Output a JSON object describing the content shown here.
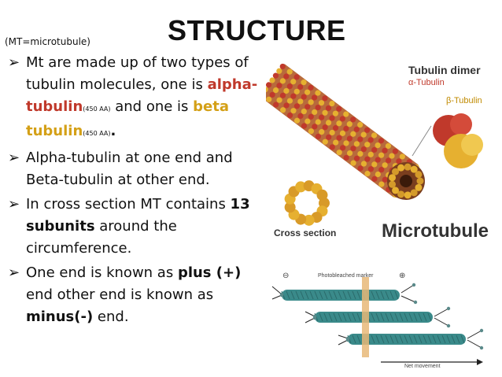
{
  "slide": {
    "title": "STRUCTURE",
    "abbreviation_note": "(MT=microtubule)"
  },
  "bullets": [
    {
      "arrow": "➢",
      "parts": [
        {
          "text": "Mt are made up of two types of tubulin molecules, one is ",
          "style": "normal"
        },
        {
          "text": "alpha-tubulin",
          "style": "alpha"
        },
        {
          "text": "(450 AA)",
          "style": "sub"
        },
        {
          "text": " and one is ",
          "style": "normal"
        },
        {
          "text": "beta tubulin",
          "style": "beta"
        },
        {
          "text": "(450 AA)",
          "style": "sub"
        },
        {
          "text": ".",
          "style": "bold"
        }
      ]
    },
    {
      "arrow": "➢",
      "parts": [
        {
          "text": "Alpha-tubulin at one end and Beta-tubulin at other end.",
          "style": "normal"
        }
      ]
    },
    {
      "arrow": "➢",
      "parts": [
        {
          "text": "In cross section MT contains ",
          "style": "normal"
        },
        {
          "text": "13 subunits",
          "style": "bold"
        },
        {
          "text": " around the circumference.",
          "style": "normal"
        }
      ]
    },
    {
      "arrow": "➢",
      "parts": [
        {
          "text": "One end is known as ",
          "style": "normal"
        },
        {
          "text": "plus (+)",
          "style": "bold"
        },
        {
          "text": " end other end is known as ",
          "style": "normal"
        },
        {
          "text": "minus(-)",
          "style": "bold"
        },
        {
          "text": " end.",
          "style": "normal"
        }
      ]
    }
  ],
  "figure_microtubule": {
    "tubulin_dimer_label": "Tubulin dimer",
    "alpha_label": "α-Tubulin",
    "beta_label": "β-Tubulin",
    "cross_section_label": "Cross section",
    "microtubule_label": "Microtubule",
    "colors": {
      "alpha": "#c0392b",
      "beta": "#e6b030",
      "background": "#ffffff"
    }
  },
  "figure_treadmilling": {
    "marker_label": "Photobleached marker",
    "minus_symbol": "⊖",
    "plus_symbol": "⊕",
    "movement_label": "Net movement",
    "colors": {
      "filament": "#3a8a8a",
      "marker": "#e8b878"
    }
  }
}
